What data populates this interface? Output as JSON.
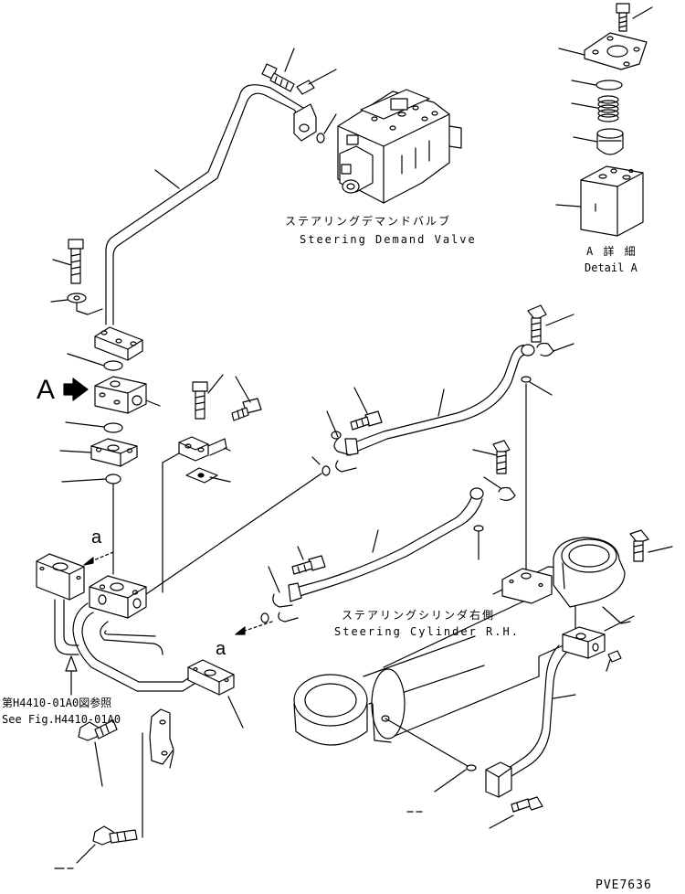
{
  "labels": {
    "demand_valve_jp": "ステアリングデマンドバルブ",
    "demand_valve_en": "Steering Demand Valve",
    "detail_a_jp": "A 詳 細",
    "detail_a_en": "Detail A",
    "view_a": "A",
    "ref_a_upper": "a",
    "ref_a_lower": "a",
    "cylinder_jp": "ステアリングシリンダ右側",
    "cylinder_en": "Steering Cylinder R.H.",
    "see_fig_jp": "第H4410-01A0図参照",
    "see_fig_en": "See Fig.H4410-01A0",
    "drawing_code": "PVE7636"
  }
}
